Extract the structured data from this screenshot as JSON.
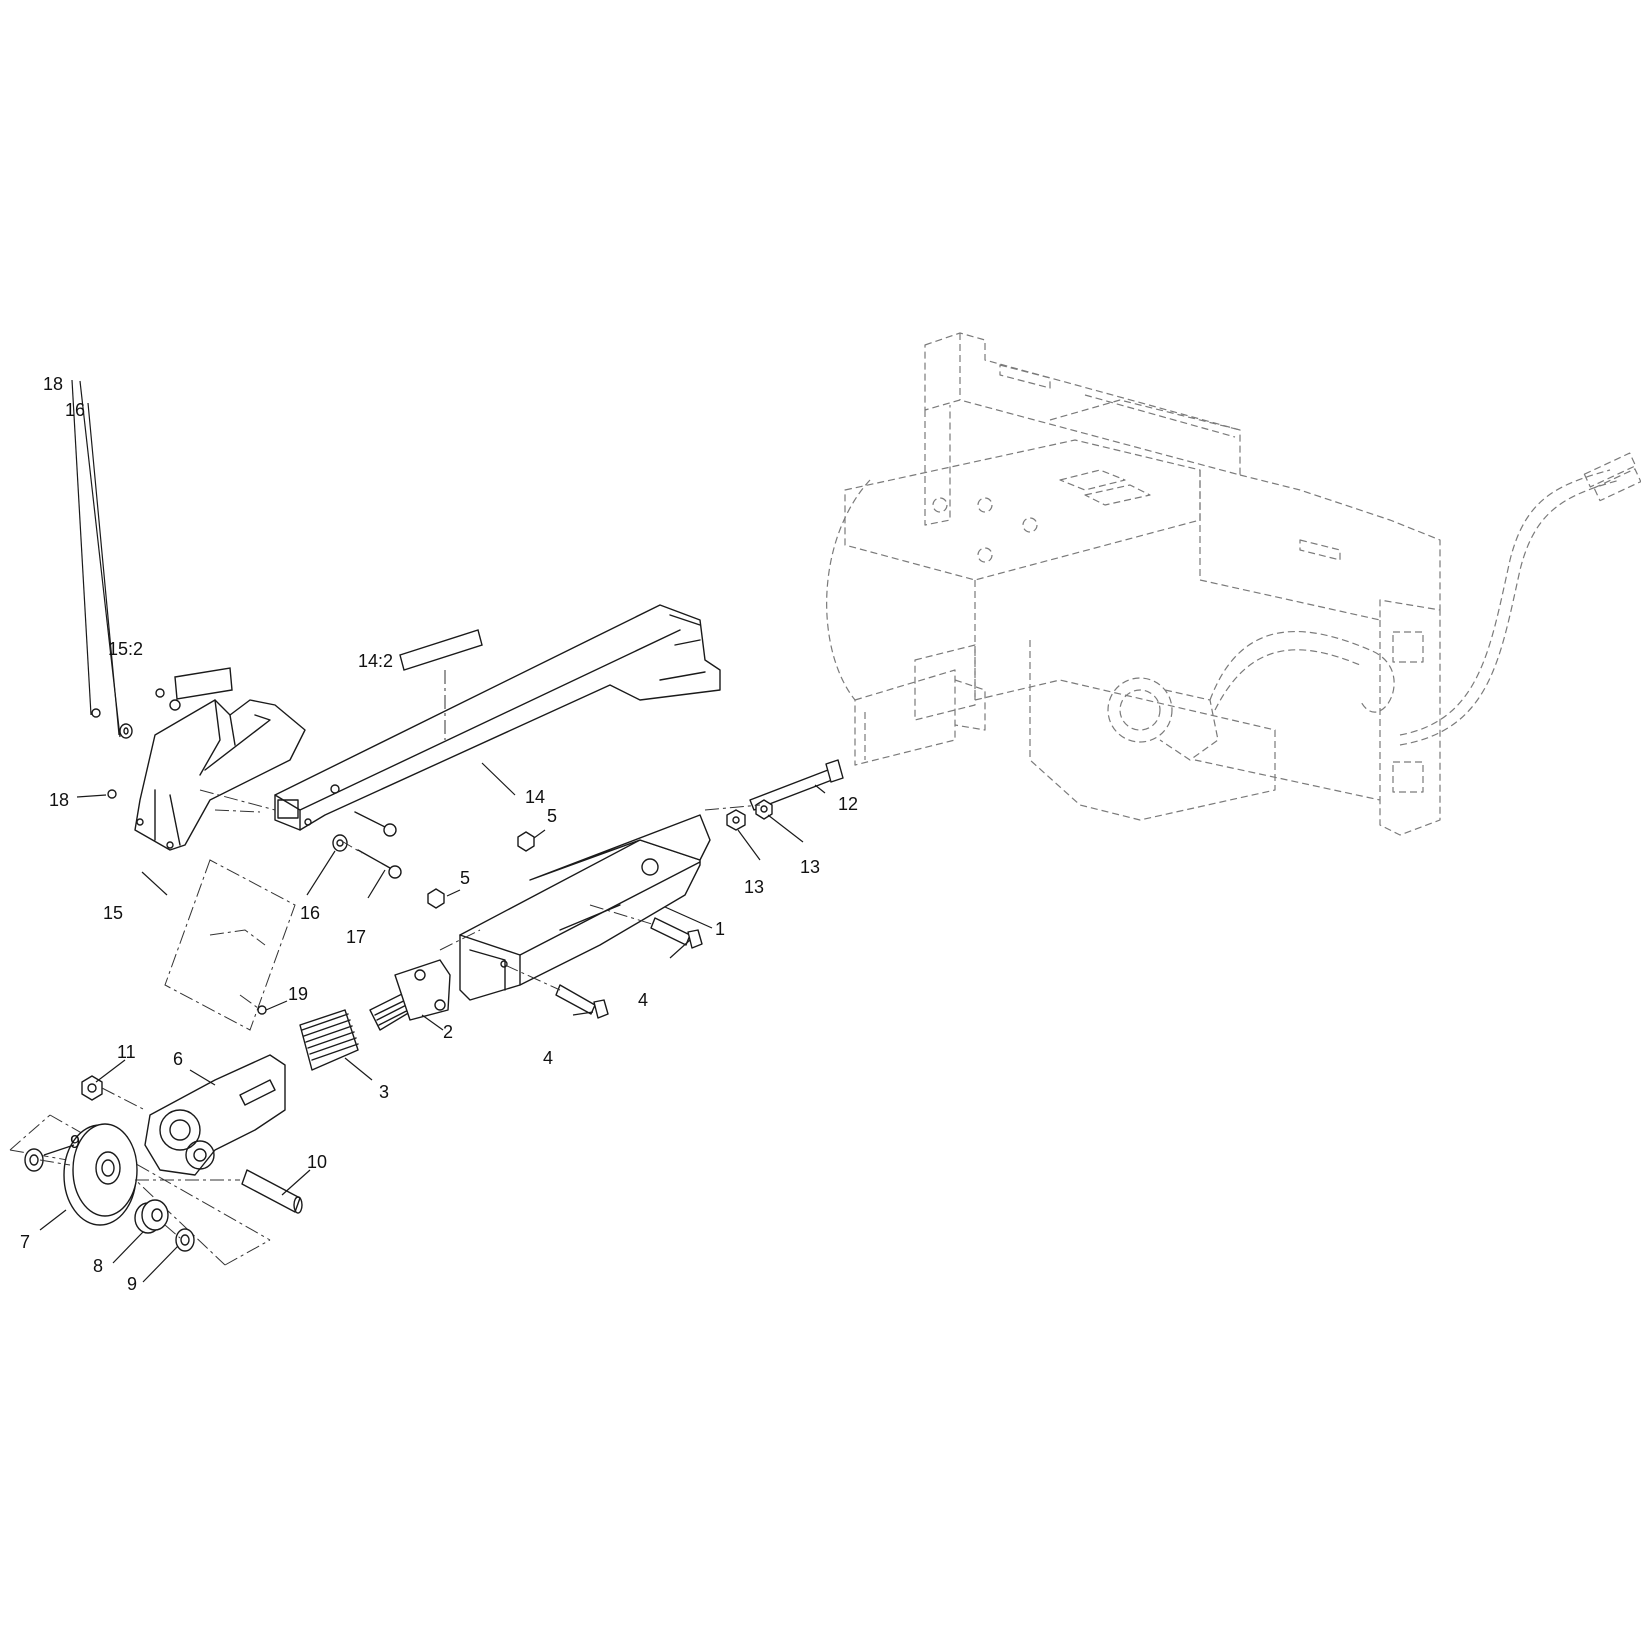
{
  "diagram": {
    "type": "exploded-parts-view",
    "callouts": [
      {
        "id": "c1",
        "label": "1"
      },
      {
        "id": "c2",
        "label": "2"
      },
      {
        "id": "c3",
        "label": "3"
      },
      {
        "id": "c4a",
        "label": "4"
      },
      {
        "id": "c4b",
        "label": "4"
      },
      {
        "id": "c5a",
        "label": "5"
      },
      {
        "id": "c5b",
        "label": "5"
      },
      {
        "id": "c6",
        "label": "6"
      },
      {
        "id": "c7",
        "label": "7"
      },
      {
        "id": "c8",
        "label": "8"
      },
      {
        "id": "c9a",
        "label": "9"
      },
      {
        "id": "c9b",
        "label": "9"
      },
      {
        "id": "c10",
        "label": "10"
      },
      {
        "id": "c11",
        "label": "11"
      },
      {
        "id": "c12",
        "label": "12"
      },
      {
        "id": "c13a",
        "label": "13"
      },
      {
        "id": "c13b",
        "label": "13"
      },
      {
        "id": "c14",
        "label": "14"
      },
      {
        "id": "c14d",
        "label": "14:2"
      },
      {
        "id": "c15",
        "label": "15"
      },
      {
        "id": "c15d",
        "label": "15:2"
      },
      {
        "id": "c16a",
        "label": "16"
      },
      {
        "id": "c16b",
        "label": "16"
      },
      {
        "id": "c17",
        "label": "17"
      },
      {
        "id": "c18a",
        "label": "18"
      },
      {
        "id": "c18b",
        "label": "18"
      },
      {
        "id": "c19",
        "label": "19"
      }
    ]
  }
}
